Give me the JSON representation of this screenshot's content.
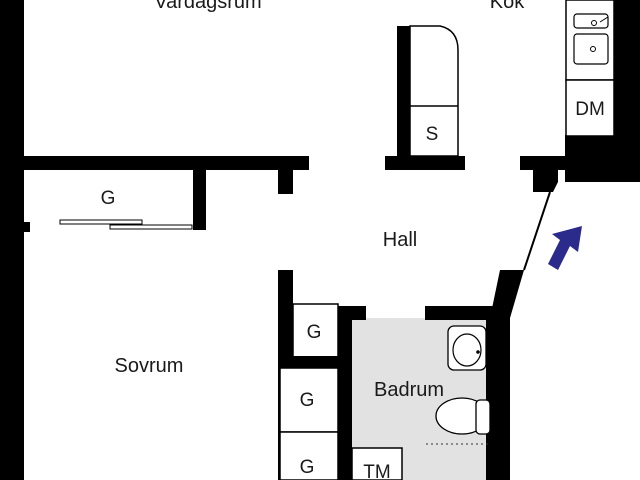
{
  "rooms": {
    "living": "Vardagsrum",
    "kitchen": "Kök",
    "hall": "Hall",
    "bedroom": "Sovrum",
    "bathroom": "Badrum"
  },
  "fixtures": {
    "wardrobe_bedroom": "G",
    "wardrobe_hall_1": "G",
    "wardrobe_hall_2": "G",
    "wardrobe_hall_3": "G",
    "fridge_shelf": "S",
    "dishwasher": "DM",
    "washer": "TM"
  },
  "colors": {
    "wall": "#000000",
    "bathroom_floor": "#e2e2e2",
    "entrance_arrow": "#2b2b8c",
    "background": "#ffffff"
  },
  "icons": [
    "entrance-arrow-icon",
    "sink-icon",
    "toilet-icon",
    "kitchen-sink-icon"
  ]
}
